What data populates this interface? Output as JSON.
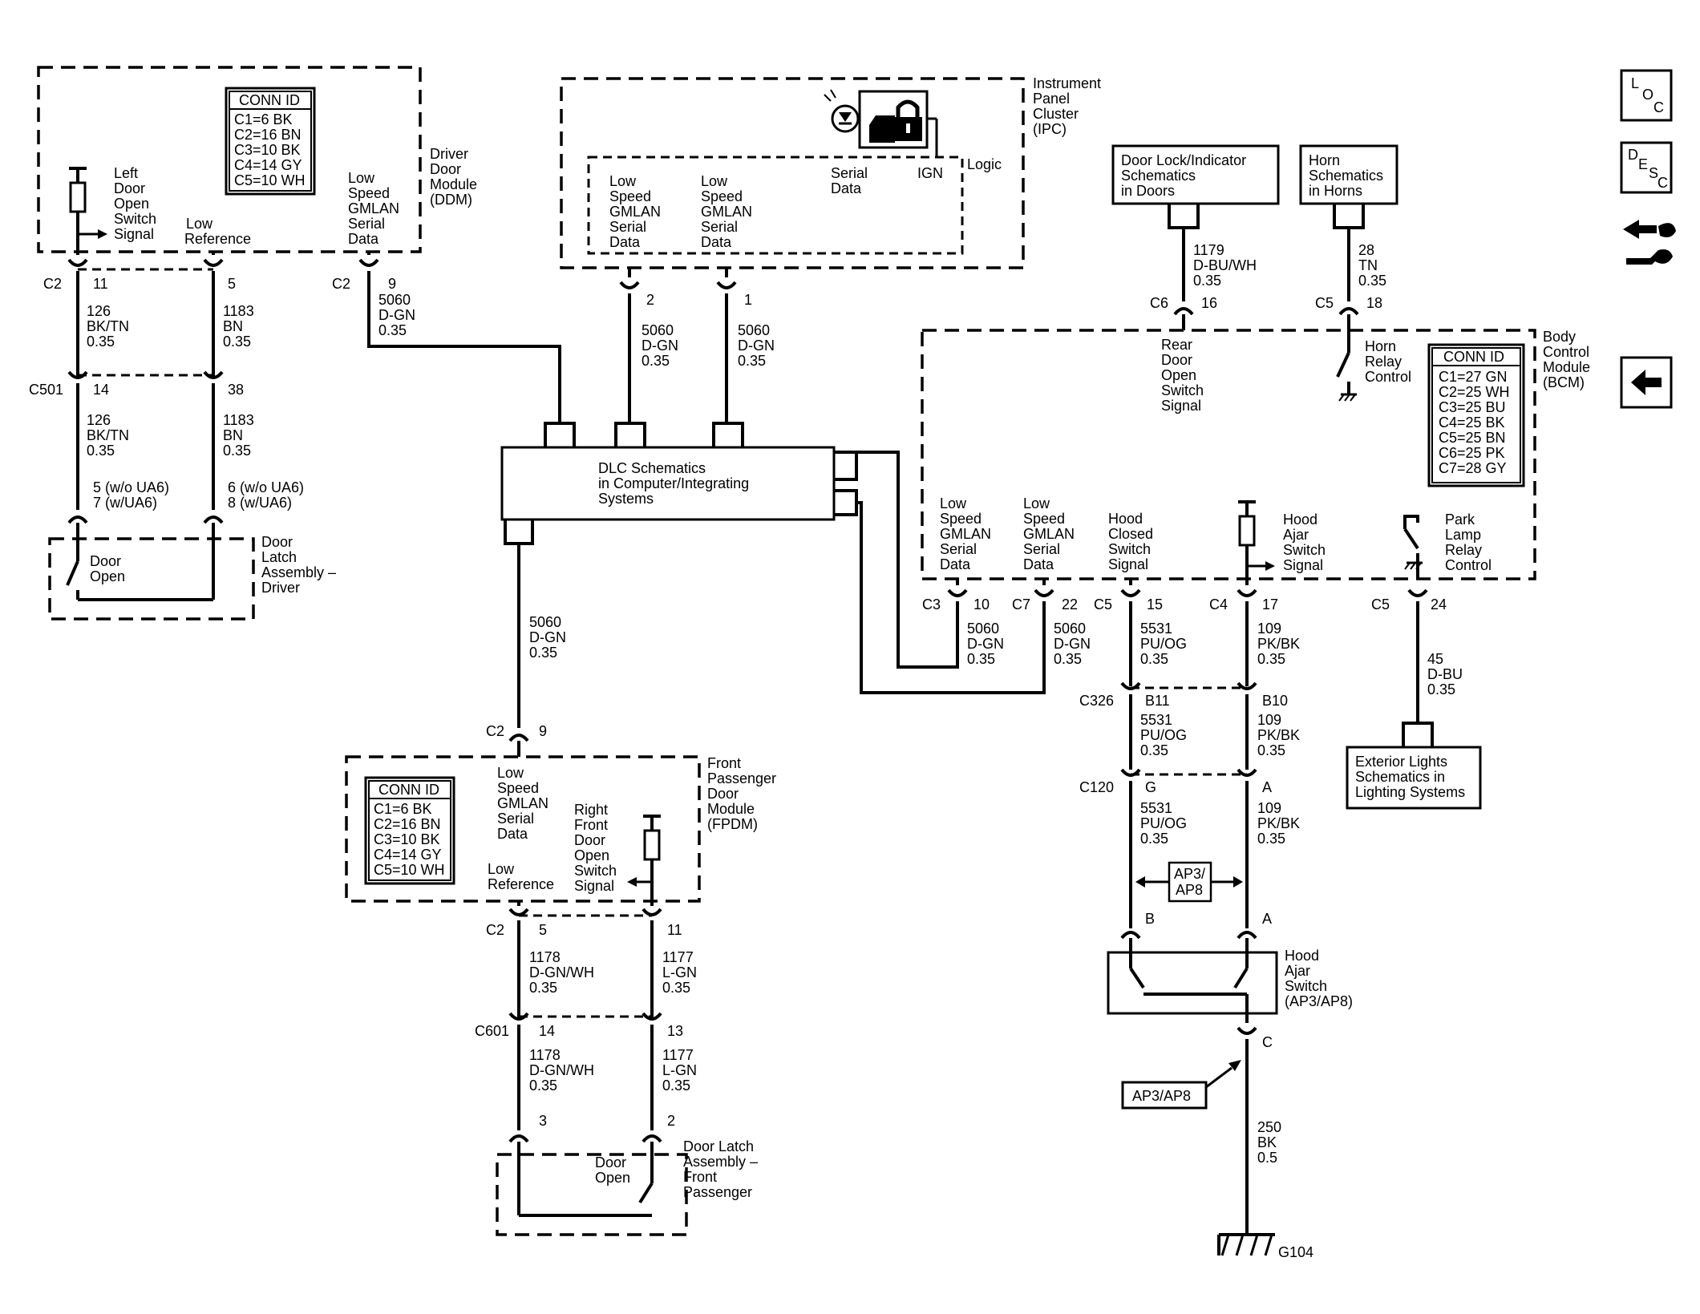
{
  "nav": {
    "loc": [
      "L",
      "O",
      "C"
    ],
    "desc": [
      "D",
      "E",
      "S",
      "C"
    ]
  },
  "ddm": {
    "title": [
      "Driver",
      "Door",
      "Module",
      "(DDM)"
    ],
    "conn_title": "CONN ID",
    "conn": [
      "C1=6 BK",
      "C2=16 BN",
      "C3=10 BK",
      "C4=14 GY",
      "C5=10 WH"
    ],
    "switch_label": [
      "Left",
      "Door",
      "Open",
      "Switch",
      "Signal"
    ],
    "low_ref": [
      "Low",
      "Reference"
    ],
    "gmlan": [
      "Low",
      "Speed",
      "GMLAN",
      "Serial",
      "Data"
    ],
    "c2": "C2",
    "pin11": "11",
    "pin5": "5",
    "c2b": "C2",
    "pin9": "9"
  },
  "left_wires": {
    "w1": [
      "126",
      "BK/TN",
      "0.35"
    ],
    "w2": [
      "1183",
      "BN",
      "0.35"
    ],
    "c501": "C501",
    "p14": "14",
    "p38": "38",
    "w3": [
      "126",
      "BK/TN",
      "0.35"
    ],
    "w4": [
      "1183",
      "BN",
      "0.35"
    ],
    "pin_a": [
      "5 (w/o UA6)",
      "7 (w/UA6)"
    ],
    "pin_b": [
      "6 (w/o UA6)",
      "8 (w/UA6)"
    ],
    "ddm_wire": [
      "5060",
      "D-GN",
      "0.35"
    ]
  },
  "latch_driver": {
    "inner": [
      "Door",
      "Open"
    ],
    "title": [
      "Door",
      "Latch",
      "Assembly –",
      "Driver"
    ]
  },
  "ipc": {
    "title": [
      "Instrument",
      "Panel",
      "Cluster",
      "(IPC)"
    ],
    "logic": "Logic",
    "gmlan1": [
      "Low",
      "Speed",
      "GMLAN",
      "Serial",
      "Data"
    ],
    "gmlan2": [
      "Low",
      "Speed",
      "GMLAN",
      "Serial",
      "Data"
    ],
    "serial": [
      "Serial",
      "Data"
    ],
    "ign": "IGN",
    "pin2": "2",
    "pin1": "1",
    "w2": [
      "5060",
      "D-GN",
      "0.35"
    ],
    "w1": [
      "5060",
      "D-GN",
      "0.35"
    ]
  },
  "dlc": {
    "label": [
      "DLC Schematics",
      "in Computer/Integrating",
      "Systems"
    ],
    "down_wire": [
      "5060",
      "D-GN",
      "0.35"
    ]
  },
  "fpdm": {
    "title": [
      "Front",
      "Passenger",
      "Door",
      "Module",
      "(FPDM)"
    ],
    "conn_title": "CONN ID",
    "conn": [
      "C1=6 BK",
      "C2=16 BN",
      "C3=10 BK",
      "C4=14 GY",
      "C5=10 WH"
    ],
    "gmlan": [
      "Low",
      "Speed",
      "GMLAN",
      "Serial",
      "Data"
    ],
    "switch_label": [
      "Right",
      "Front",
      "Door",
      "Open",
      "Switch",
      "Signal"
    ],
    "low_ref": [
      "Low",
      "Reference"
    ],
    "c2": "C2",
    "pin9": "9",
    "c2b": "C2",
    "pin5": "5",
    "pin11": "11",
    "w1": [
      "1178",
      "D-GN/WH",
      "0.35"
    ],
    "w2": [
      "1177",
      "L-GN",
      "0.35"
    ],
    "c601": "C601",
    "p14": "14",
    "p13": "13",
    "w3": [
      "1178",
      "D-GN/WH",
      "0.35"
    ],
    "w4": [
      "1177",
      "L-GN",
      "0.35"
    ],
    "p3": "3",
    "p2": "2"
  },
  "latch_pass": {
    "inner": [
      "Door",
      "Open"
    ],
    "title": [
      "Door Latch",
      "Assembly –",
      "Front",
      "Passenger"
    ]
  },
  "bcm": {
    "title": [
      "Body",
      "Control",
      "Module",
      "(BCM)"
    ],
    "conn_title": "CONN ID",
    "conn": [
      "C1=27 GN",
      "C2=25 WH",
      "C3=25 BU",
      "C4=25 BK",
      "C5=25 BN",
      "C6=25 PK",
      "C7=28 GY"
    ],
    "rear_door": [
      "Rear",
      "Door",
      "Open",
      "Switch",
      "Signal"
    ],
    "horn_relay": [
      "Horn",
      "Relay",
      "Control"
    ],
    "gmlan1": [
      "Low",
      "Speed",
      "GMLAN",
      "Serial",
      "Data"
    ],
    "gmlan2": [
      "Low",
      "Speed",
      "GMLAN",
      "Serial",
      "Data"
    ],
    "hood_closed": [
      "Hood",
      "Closed",
      "Switch",
      "Signal"
    ],
    "hood_ajar": [
      "Hood",
      "Ajar",
      "Switch",
      "Signal"
    ],
    "park_lamp": [
      "Park",
      "Lamp",
      "Relay",
      "Control"
    ]
  },
  "door_lock": {
    "label": [
      "Door Lock/Indicator",
      "Schematics",
      "in Doors"
    ],
    "wire": [
      "1179",
      "D-BU/WH",
      "0.35"
    ],
    "conn": "C6",
    "pin": "16"
  },
  "horn": {
    "label": [
      "Horn",
      "Schematics",
      "in Horns"
    ],
    "wire": [
      "28",
      "TN",
      "0.35"
    ],
    "conn": "C5",
    "pin": "18"
  },
  "bcm_pins": {
    "c3": "C3",
    "p10": "10",
    "c7": "C7",
    "p22": "22",
    "c5a": "C5",
    "p15": "15",
    "c4": "C4",
    "p17": "17",
    "c5b": "C5",
    "p24": "24"
  },
  "bcm_wires": {
    "w_c3": [
      "5060",
      "D-GN",
      "0.35"
    ],
    "w_c7": [
      "5060",
      "D-GN",
      "0.35"
    ],
    "w_15": [
      "5531",
      "PU/OG",
      "0.35"
    ],
    "w_17": [
      "109",
      "PK/BK",
      "0.35"
    ],
    "w_24": [
      "45",
      "D-BU",
      "0.35"
    ]
  },
  "hood": {
    "c326": "C326",
    "b11": "B11",
    "b10": "B10",
    "w1": [
      "5531",
      "PU/OG",
      "0.35"
    ],
    "w2": [
      "109",
      "PK/BK",
      "0.35"
    ],
    "c120": "C120",
    "g": "G",
    "a": "A",
    "w3": [
      "5531",
      "PU/OG",
      "0.35"
    ],
    "w4": [
      "109",
      "PK/BK",
      "0.35"
    ],
    "ap": [
      "AP3/",
      "AP8"
    ],
    "pin_b": "B",
    "pin_a": "A",
    "switch": [
      "Hood",
      "Ajar",
      "Switch",
      "(AP3/AP8)"
    ],
    "pin_c": "C",
    "ap_tag": "AP3/AP8",
    "ground_wire": [
      "250",
      "BK",
      "0.5"
    ],
    "ground": "G104"
  },
  "exterior": {
    "label": [
      "Exterior Lights",
      "Schematics in",
      "Lighting Systems"
    ]
  }
}
